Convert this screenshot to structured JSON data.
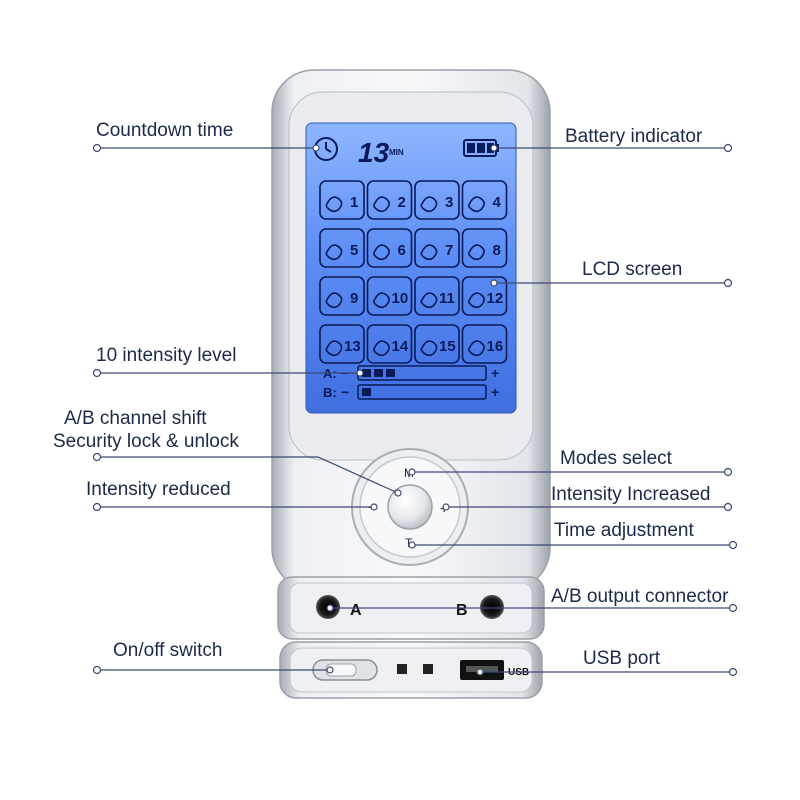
{
  "callouts": {
    "countdown_time": "Countdown time",
    "battery_indicator": "Battery indicator",
    "lcd_screen": "LCD screen",
    "intensity_level": "10 intensity level",
    "ab_channel_shift": "A/B channel shift",
    "security_lock": "Security lock & unlock",
    "intensity_reduced": "Intensity reduced",
    "modes_select": "Modes select",
    "intensity_increased": "Intensity Increased",
    "time_adjustment": "Time adjustment",
    "ab_output_connector": "A/B output connector",
    "on_off_switch": "On/off switch",
    "usb_port": "USB port"
  },
  "device": {
    "timer_value": "13",
    "timer_unit": "MIN",
    "modes": [
      "1",
      "2",
      "3",
      "4",
      "5",
      "6",
      "7",
      "8",
      "9",
      "10",
      "11",
      "12",
      "13",
      "14",
      "15",
      "16"
    ],
    "channel_a": "A:",
    "channel_b": "B:",
    "minus": "−",
    "plus": "+",
    "channel_a_level": 0.3,
    "channel_b_level": 0.1,
    "btn_m": "M",
    "btn_t": "T",
    "btn_minus": "−",
    "btn_plus": "+",
    "output_a": "A",
    "output_b": "B",
    "usb_label": "USB"
  },
  "colors": {
    "label_text": "#1b2a4a",
    "leader_line": "#3a4a72",
    "lcd_blue": "#5a8cf0",
    "lcd_glyph": "#0a1a5a",
    "body_silver": "#d8dbe0"
  }
}
